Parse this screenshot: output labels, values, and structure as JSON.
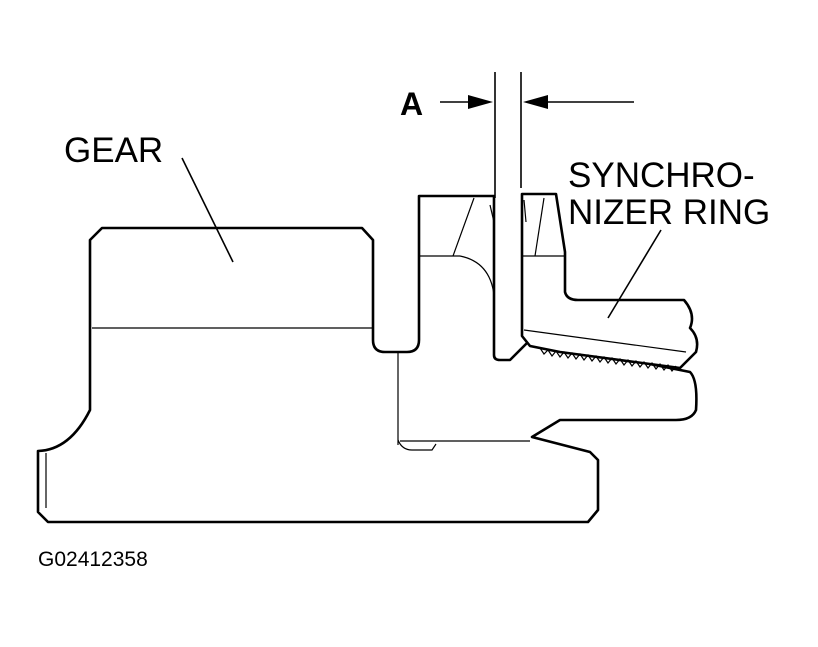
{
  "labels": {
    "gear": "GEAR",
    "ring_line1": "SYNCHRO-",
    "ring_line2": "NIZER RING",
    "dimension": "A"
  },
  "figure_code": "G02412358"
}
